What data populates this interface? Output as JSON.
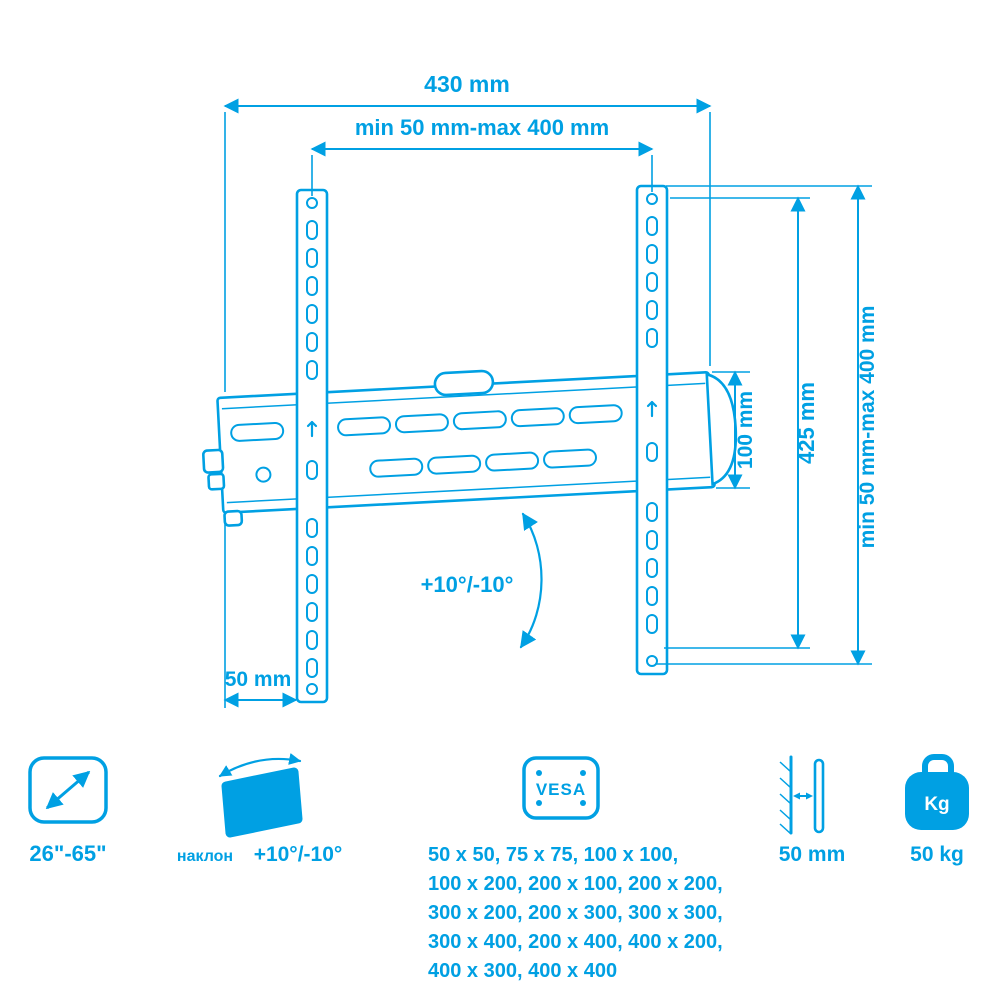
{
  "colors": {
    "accent": "#00a0e3",
    "bg": "#ffffff"
  },
  "dimensions": {
    "top_width": "430 mm",
    "rail_span": "min 50 mm-max 400 mm",
    "plate_height": "100 mm",
    "bracket_height": "425 mm",
    "vesa_vertical_range": "min 50 mm-max 400 mm",
    "rail_width": "50 mm",
    "tilt_range": "+10°/-10°"
  },
  "specs": {
    "screen_size": {
      "value": "26\"-65\""
    },
    "tilt": {
      "name": "наклон",
      "value": "+10°/-10°"
    },
    "vesa": {
      "label": "VESA",
      "lines": [
        "50 x 50, 75 x 75, 100 x 100,",
        "100 x 200, 200 x 100, 200 x 200,",
        "300 x 200, 200 x 300, 300 x 300,",
        "300 x 400, 200 x 400, 400 x 200,",
        "400 x 300, 400 x 400"
      ]
    },
    "wall_distance": {
      "value": "50 mm"
    },
    "weight": {
      "unit": "Kg",
      "value": "50 kg"
    }
  }
}
